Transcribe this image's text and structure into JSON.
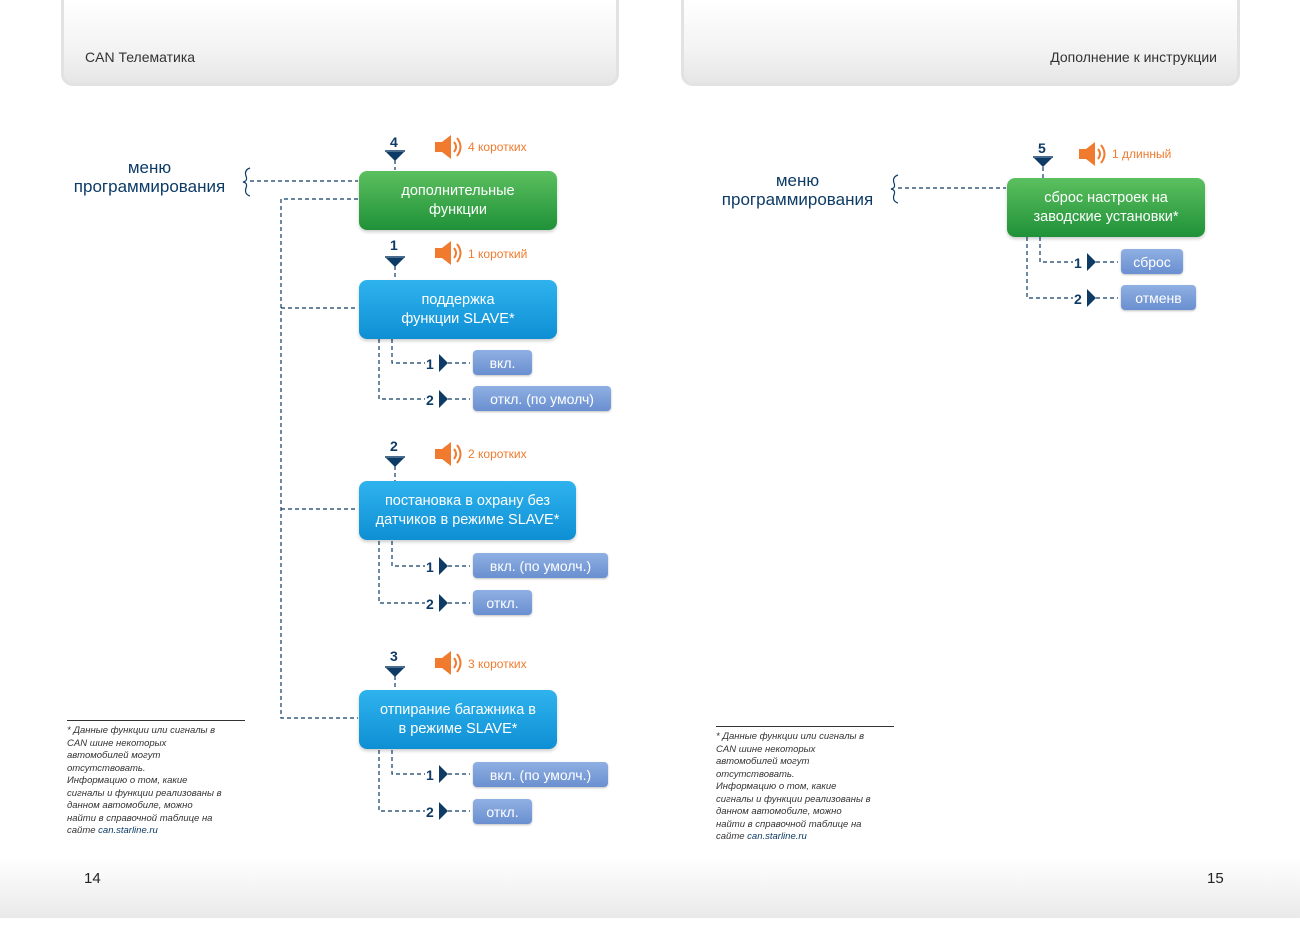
{
  "header": {
    "left_title": "CAN Телематика",
    "right_title": "Дополнение к инструкции"
  },
  "pages": {
    "left": "14",
    "right": "15"
  },
  "left": {
    "menu_label_line1": "меню",
    "menu_label_line2": "программирования",
    "items": [
      {
        "number": "4",
        "signal": "4 коротких",
        "title_line1": "дополнительные",
        "title_line2": "функции",
        "color": "green",
        "options": []
      },
      {
        "number": "1",
        "signal": "1 короткий",
        "title_line1": "поддержка",
        "title_line2": "функции SLAVE*",
        "color": "blue",
        "options": [
          {
            "number": "1",
            "label": "вкл."
          },
          {
            "number": "2",
            "label": "откл. (по умолч)"
          }
        ]
      },
      {
        "number": "2",
        "signal": "2 коротких",
        "title_line1": "постановка в охрану без",
        "title_line2": "датчиков в режиме SLAVE*",
        "color": "blue",
        "options": [
          {
            "number": "1",
            "label": "вкл. (по умолч.)"
          },
          {
            "number": "2",
            "label": "откл."
          }
        ]
      },
      {
        "number": "3",
        "signal": "3 коротких",
        "title_line1": "отпирание багажника в",
        "title_line2": "в режиме SLAVE*",
        "color": "blue",
        "options": [
          {
            "number": "1",
            "label": "вкл. (по умолч.)"
          },
          {
            "number": "2",
            "label": "откл."
          }
        ]
      }
    ],
    "footnote": {
      "lines": [
        "* Данные функции или сигналы в",
        "CAN шине некоторых",
        "автомобилей могут",
        "отсутствовать.",
        "Информацию о том, какие",
        "сигналы и функции реализованы в",
        "данном автомобиле, можно",
        "найти в справочной таблице на"
      ],
      "last_prefix": "сайте ",
      "link": "can.starline.ru"
    }
  },
  "right": {
    "menu_label_line1": "меню",
    "menu_label_line2": "программирования",
    "item": {
      "number": "5",
      "signal": "1 длинный",
      "title_line1": "сброс настроек на",
      "title_line2": "заводские установки*",
      "options": [
        {
          "number": "1",
          "label": "сброс"
        },
        {
          "number": "2",
          "label": "отменв"
        }
      ]
    },
    "footnote": {
      "lines": [
        "* Данные функции или сигналы в",
        "CAN шине некоторых",
        "автомобилей могут",
        "отсутствовать.",
        "Информацию о том, какие",
        "сигналы и функции реализованы в",
        "данном автомобиле, можно",
        "найти в справочной таблице на"
      ],
      "last_prefix": "сайте ",
      "link": "can.starline.ru"
    }
  },
  "colors": {
    "accent_orange": "#f07b2e",
    "dark_blue": "#0d3b66",
    "green": "#2ea84a",
    "blue": "#1aa3e6",
    "option": "#7b9fda"
  }
}
